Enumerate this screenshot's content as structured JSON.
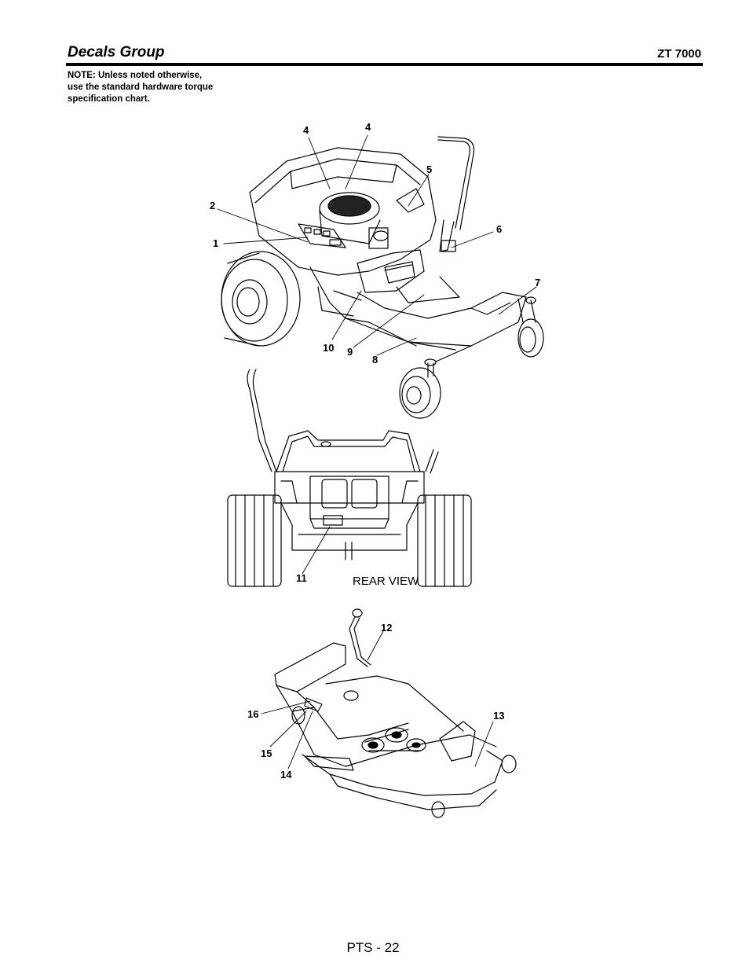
{
  "header": {
    "title": "Decals Group",
    "model": "ZT 7000"
  },
  "note": {
    "line1": "NOTE: Unless noted otherwise,",
    "line2": "use the standard hardware torque",
    "line3": "specification chart."
  },
  "callouts": {
    "c1": "1",
    "c2": "2",
    "c4a": "4",
    "c4b": "4",
    "c5": "5",
    "c6": "6",
    "c7": "7",
    "c8": "8",
    "c9": "9",
    "c10": "10",
    "c11": "11",
    "c12": "12",
    "c13": "13",
    "c14": "14",
    "c15": "15",
    "c16": "16"
  },
  "rear_view_label": "REAR VIEW",
  "footer": {
    "page": "PTS - 22"
  }
}
